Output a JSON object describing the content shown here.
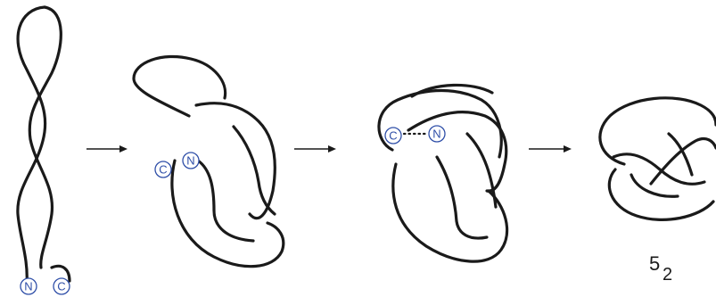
{
  "stage1": {
    "n_label": "N",
    "c_label": "C"
  },
  "stage2": {
    "c_label": "C",
    "n_label": "N"
  },
  "stage3": {
    "c_label": "C",
    "n_label": "N"
  },
  "stage4": {
    "knot_number": "5",
    "knot_index": "2"
  },
  "colors": {
    "strand": "#1a1a1a",
    "terminus": "#2f4fa8",
    "background": "#ffffff"
  }
}
